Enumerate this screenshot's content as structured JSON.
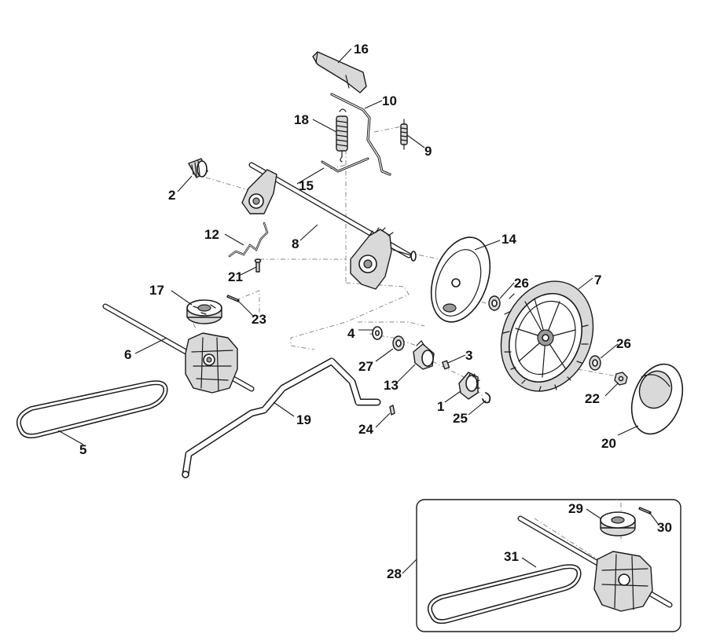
{
  "callouts": {
    "c1": "1",
    "c2": "2",
    "c3": "3",
    "c4": "4",
    "c5": "5",
    "c6": "6",
    "c7": "7",
    "c8": "8",
    "c9": "9",
    "c10": "10",
    "c12": "12",
    "c13": "13",
    "c14": "14",
    "c15": "15",
    "c16": "16",
    "c17": "17",
    "c18": "18",
    "c19": "19",
    "c20": "20",
    "c21": "21",
    "c22": "22",
    "c23": "23",
    "c24": "24",
    "c25": "25",
    "c26a": "26",
    "c26b": "26",
    "c27": "27",
    "c28": "28",
    "c29": "29",
    "c30": "30",
    "c31": "31"
  },
  "colors": {
    "line": "#1a1a1a",
    "fill_light": "#d9d9d9",
    "fill_dark": "#9a9a9a",
    "dash": "#8a8a8a"
  }
}
